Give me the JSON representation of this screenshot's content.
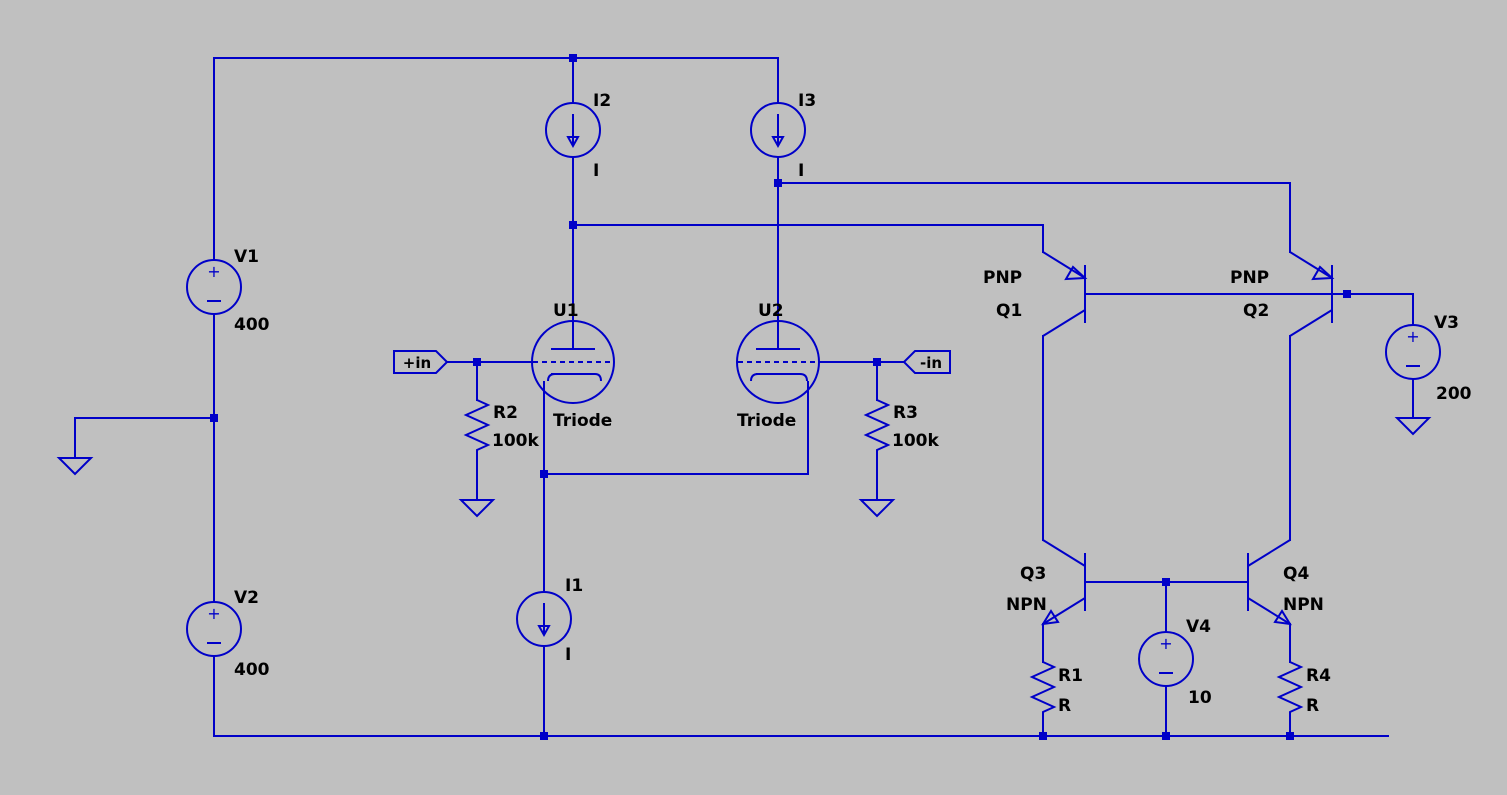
{
  "components": {
    "V1": {
      "name": "V1",
      "value": "400"
    },
    "V2": {
      "name": "V2",
      "value": "400"
    },
    "V3": {
      "name": "V3",
      "value": "200"
    },
    "V4": {
      "name": "V4",
      "value": "10"
    },
    "I1": {
      "name": "I1",
      "value": "I"
    },
    "I2": {
      "name": "I2",
      "value": "I"
    },
    "I3": {
      "name": "I3",
      "value": "I"
    },
    "U1": {
      "name": "U1",
      "value": "Triode"
    },
    "U2": {
      "name": "U2",
      "value": "Triode"
    },
    "R1": {
      "name": "R1",
      "value": "R"
    },
    "R2": {
      "name": "R2",
      "value": "100k"
    },
    "R3": {
      "name": "R3",
      "value": "100k"
    },
    "R4": {
      "name": "R4",
      "value": "R"
    },
    "Q1": {
      "name": "Q1",
      "type": "PNP"
    },
    "Q2": {
      "name": "Q2",
      "type": "PNP"
    },
    "Q3": {
      "name": "Q3",
      "type": "NPN"
    },
    "Q4": {
      "name": "Q4",
      "type": "NPN"
    }
  },
  "ports": {
    "plus_in": "+in",
    "minus_in": "-in"
  },
  "colors": {
    "background": "#c0c0c0",
    "wire": "#0000c8",
    "text": "#000000"
  }
}
